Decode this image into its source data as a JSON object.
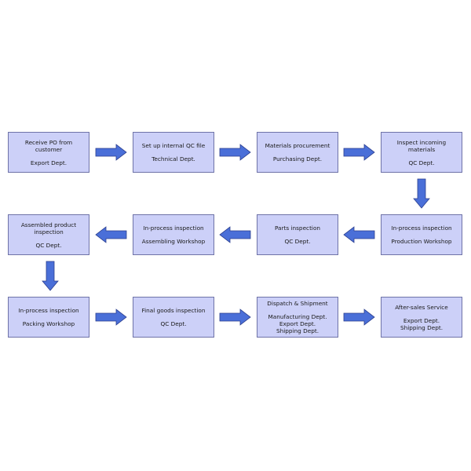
{
  "colors": {
    "box_fill": "#ccd0f8",
    "box_border": "#6f73a8",
    "arrow_fill": "#4a6fd8",
    "arrow_stroke": "#2c3f8e"
  },
  "steps": [
    {
      "title": "Receive PO from customer",
      "dept": "Export Dept."
    },
    {
      "title": "Set up internal QC file",
      "dept": "Technical Dept."
    },
    {
      "title": "Materials procurement",
      "dept": "Purchasing Dept."
    },
    {
      "title": "Inspect incoming materials",
      "dept": "QC Dept."
    },
    {
      "title": "In-process inspection",
      "dept": "Production Workshop"
    },
    {
      "title": "Parts inspection",
      "dept": "QC Dept."
    },
    {
      "title": "In-process inspection",
      "dept": "Assembling Workshop"
    },
    {
      "title": "Assembled product inspection",
      "dept": "QC Dept."
    },
    {
      "title": "In-process inspection",
      "dept": "Packing Workshop"
    },
    {
      "title": "Final goods inspection",
      "dept": "QC Dept."
    },
    {
      "title": "Dispatch & Shipment",
      "dept": "Manufacturing Dept.\nExport Dept.\nShipping Dept."
    },
    {
      "title": "After-sales Service",
      "dept": "Export Dept.\nShipping Dept."
    }
  ]
}
